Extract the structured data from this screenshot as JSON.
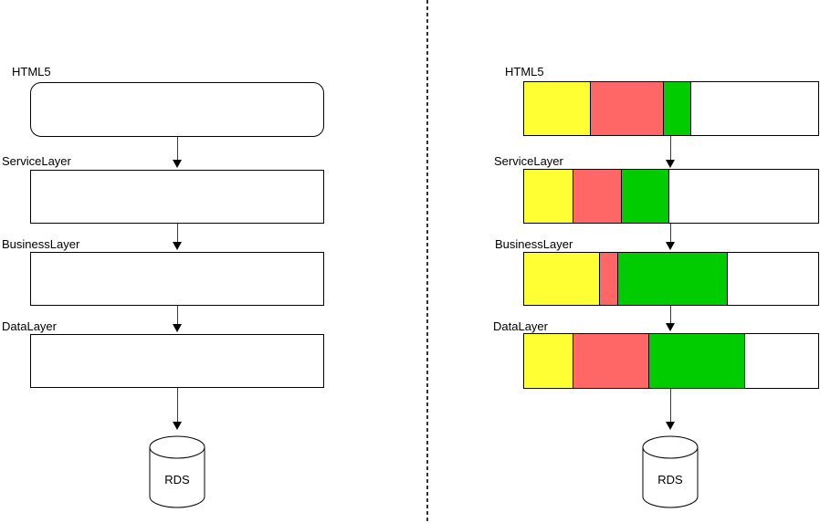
{
  "colors": {
    "yellow": "#FFFF33",
    "red": "#FF6666",
    "green": "#00CC00",
    "white": "#FFFFFF",
    "line": "#000000"
  },
  "left_panel": {
    "layers": [
      {
        "label": "HTML5"
      },
      {
        "label": "ServiceLayer"
      },
      {
        "label": "BusinessLayer"
      },
      {
        "label": "DataLayer"
      }
    ],
    "database_label": "RDS"
  },
  "right_panel": {
    "layers": [
      {
        "label": "HTML5",
        "segments": [
          {
            "color": "yellow",
            "width": 73
          },
          {
            "color": "red",
            "width": 81
          },
          {
            "color": "green",
            "width": 30
          },
          {
            "color": "white",
            "width": 140
          }
        ]
      },
      {
        "label": "ServiceLayer",
        "segments": [
          {
            "color": "yellow",
            "width": 54
          },
          {
            "color": "red",
            "width": 54
          },
          {
            "color": "green",
            "width": 52
          },
          {
            "color": "white",
            "width": 164
          }
        ]
      },
      {
        "label": "BusinessLayer",
        "segments": [
          {
            "color": "yellow",
            "width": 84
          },
          {
            "color": "red",
            "width": 20
          },
          {
            "color": "green",
            "width": 120
          },
          {
            "color": "white",
            "width": 100
          }
        ]
      },
      {
        "label": "DataLayer",
        "segments": [
          {
            "color": "yellow",
            "width": 54
          },
          {
            "color": "red",
            "width": 84
          },
          {
            "color": "green",
            "width": 105
          },
          {
            "color": "white",
            "width": 81
          }
        ]
      }
    ],
    "database_label": "RDS"
  }
}
